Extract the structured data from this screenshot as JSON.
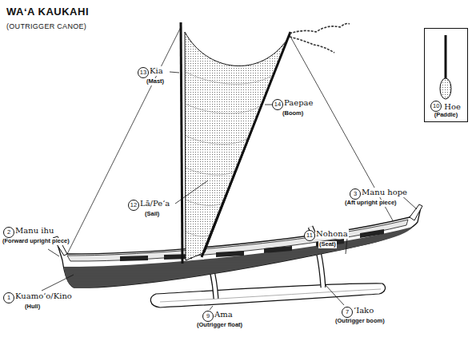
{
  "diagram": {
    "title": "WAʻA KAUKAHI",
    "nodes": [
      {
        "text": [
          "10",
          "Hoe",
          "(Paddle)"
        ]
      }
    ],
    "labels": [
      "(OUTRIGGER CANOE)",
      "13",
      "Kia",
      "(Mast)",
      "14",
      "Paepae",
      "(Boom)",
      "12",
      "Lā/Peʻa",
      "(Sail)",
      "3",
      "Manu hope",
      "(Aft upright piece)",
      "2",
      "Manu ihu",
      "(Forward upright piece)",
      "11",
      "Nohona",
      "(Seat)",
      "1",
      "Kuamoʻo/Kino",
      "(Hull)",
      "7",
      "ʻIako",
      "(Outrigger boom)",
      "9",
      "Ama",
      "(Outrigger float)"
    ]
  }
}
